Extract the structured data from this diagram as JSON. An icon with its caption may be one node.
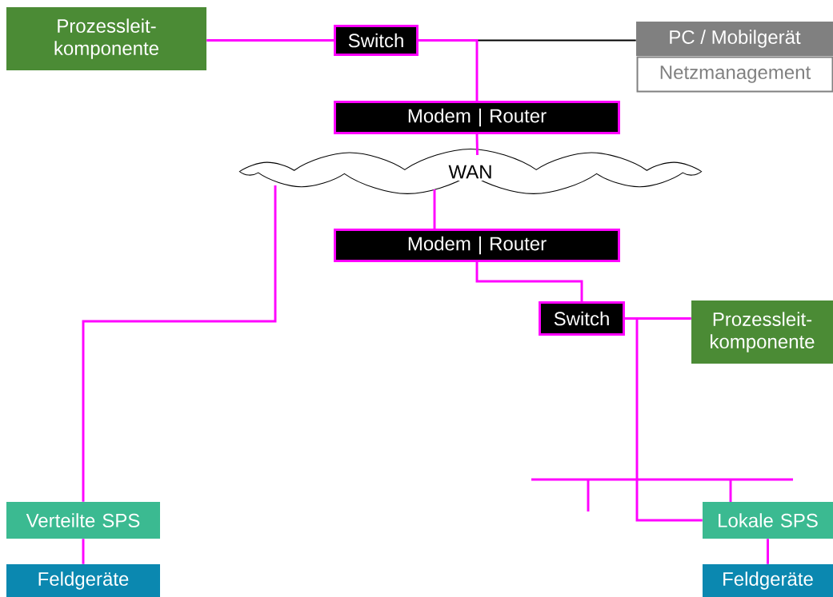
{
  "diagram": {
    "nodes": [
      {
        "text": [
          "Prozessleit- komponente"
        ]
      },
      {
        "text": [
          "Switch"
        ]
      },
      {
        "text": [
          "PC / Mobilgerät",
          "Netzmanagement"
        ]
      },
      {
        "text": [
          "Modem | Router"
        ]
      },
      {
        "text": [
          "WAN"
        ]
      },
      {
        "text": [
          "Modem | Router"
        ]
      },
      {
        "text": [
          "Switch"
        ]
      },
      {
        "text": [
          "Prozessleit- komponente"
        ]
      },
      {
        "text": [
          "Verteilte SPS"
        ]
      },
      {
        "text": [
          "Feldgeräte"
        ]
      },
      {
        "text": [
          "Lokale SPS"
        ]
      },
      {
        "text": [
          "Feldgeräte"
        ]
      },
      {
        "text": [],
        "shape": "bar"
      }
    ],
    "edges": [
      {
        "from": 0,
        "to": 1,
        "arrow": "none"
      },
      {
        "from": 1,
        "to": 2,
        "arrow": "none",
        "color": "#000000"
      },
      {
        "from": 1,
        "to": 3,
        "arrow": "none"
      },
      {
        "from": 3,
        "to": 4,
        "arrow": "none"
      },
      {
        "from": 4,
        "to": 5,
        "arrow": "none"
      },
      {
        "from": 4,
        "to": 8,
        "arrow": "none"
      },
      {
        "from": 5,
        "to": 6,
        "arrow": "none"
      },
      {
        "from": 6,
        "to": 7,
        "arrow": "none"
      },
      {
        "from": 6,
        "to": 10,
        "arrow": "none"
      },
      {
        "from": 8,
        "to": 9,
        "arrow": "none"
      },
      {
        "from": 10,
        "to": 11,
        "arrow": "none"
      },
      {
        "from": 12,
        "to": 10,
        "arrow": "none"
      },
      {
        "from": 12,
        "to": null,
        "arrow": "none"
      }
    ]
  }
}
